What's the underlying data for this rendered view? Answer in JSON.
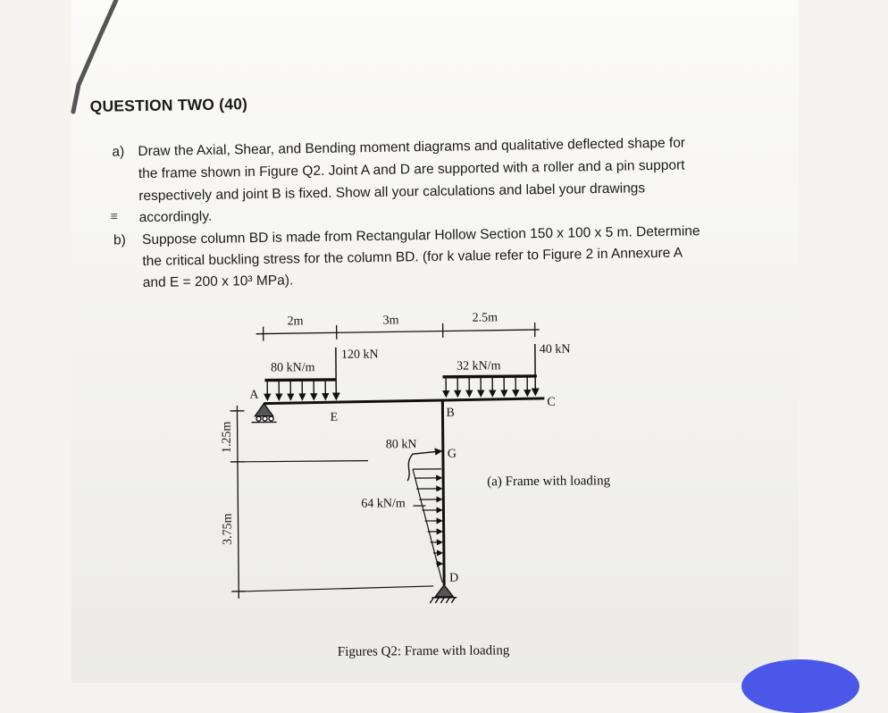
{
  "question": {
    "heading": "QUESTION TWO (40)",
    "part_a": {
      "label": "a)",
      "lines": [
        "Draw the Axial, Shear, and Bending moment diagrams and qualitative deflected shape for",
        "the frame shown in Figure Q2. Joint A and D are supported with a roller and a pin support",
        "respectively and joint B is fixed. Show all your calculations and label your drawings",
        "accordingly."
      ]
    },
    "part_b": {
      "label": "b)",
      "lines": [
        "Suppose column BD is made from Rectangular Hollow Section 150 x 100 x 5 m. Determine",
        "the critical buckling stress for the column BD. (for k value refer to Figure 2 in Annexure A",
        "and E = 200 x 10³ MPa)."
      ]
    }
  },
  "figure": {
    "dimensions_top": [
      "2m",
      "3m",
      "2.5m"
    ],
    "dimensions_left": [
      "1.25m",
      "3.75m"
    ],
    "loads": {
      "udl_ae": "80 kN/m",
      "point_e": "120 kN",
      "udl_bc": "32 kN/m",
      "point_c": "40 kN",
      "point_g": "80 kN",
      "triangular_bd": "64 kN/m"
    },
    "nodes": {
      "a": "A",
      "e": "E",
      "b": "B",
      "c": "C",
      "g": "G",
      "d": "D"
    },
    "subcaption": "(a) Frame with loading",
    "caption": "Figures Q2: Frame with loading"
  }
}
